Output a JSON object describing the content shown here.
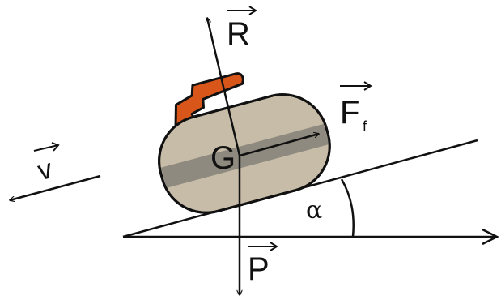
{
  "labels": {
    "reaction": "R",
    "friction": "F",
    "friction_subscript": "f",
    "velocity": "v",
    "centre": "G",
    "weight": "P",
    "angle": "α"
  },
  "colors": {
    "stroke": "#111111",
    "stone_body": "#c7bca8",
    "stone_band": "#8f8a7f",
    "handle": "#d9561b"
  }
}
